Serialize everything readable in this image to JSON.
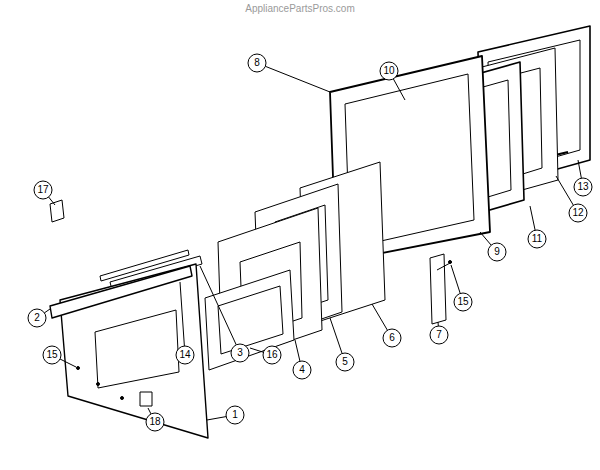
{
  "diagram": {
    "labels": [
      "AppliancePartsPros.com",
      "17",
      "2",
      "15",
      "18",
      "1",
      "14",
      "3",
      "16",
      "4",
      "5",
      "6",
      "7",
      "15",
      "9",
      "11",
      "12",
      "13",
      "8",
      "10"
    ]
  }
}
